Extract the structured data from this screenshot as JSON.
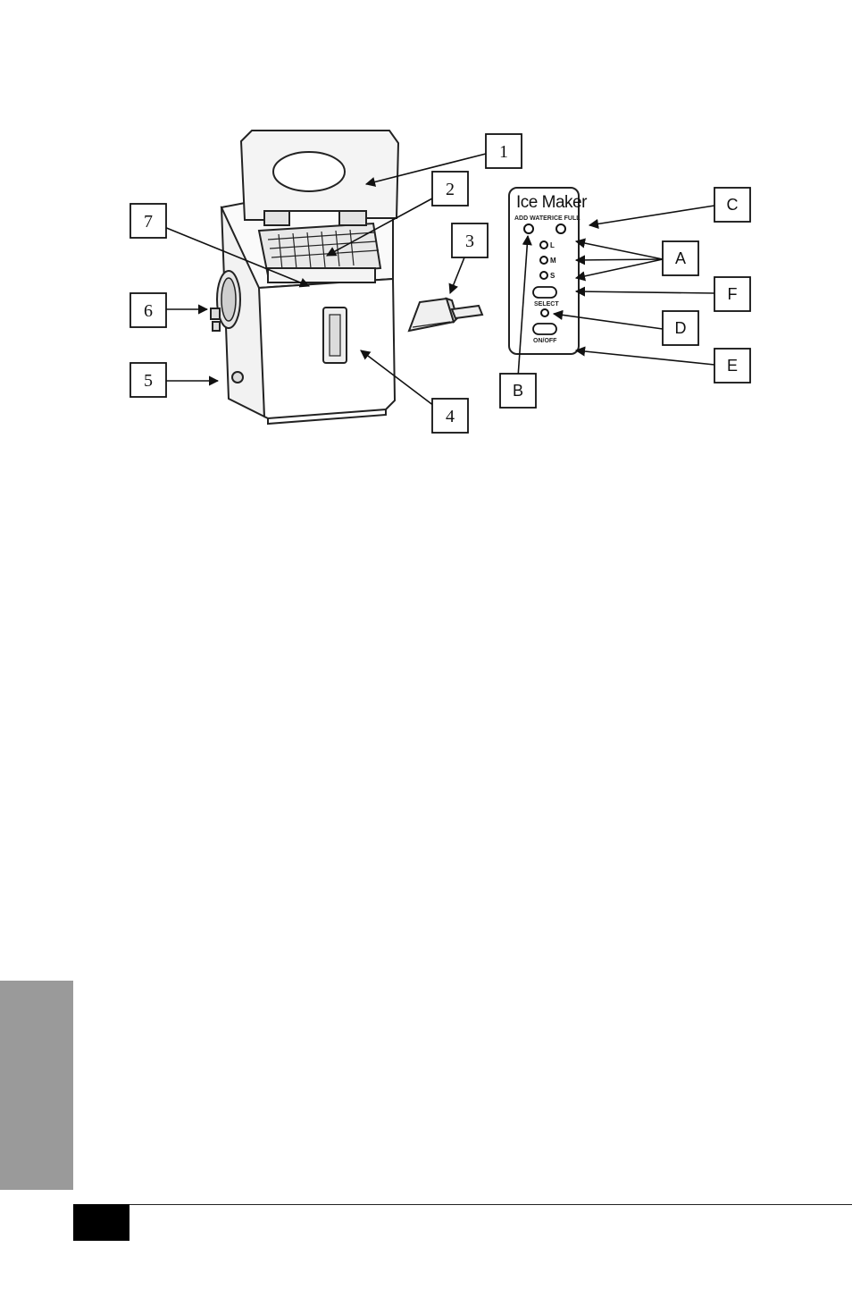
{
  "diagram": {
    "callouts_numbers": [
      {
        "id": "1",
        "label": "1"
      },
      {
        "id": "2",
        "label": "2"
      },
      {
        "id": "3",
        "label": "3"
      },
      {
        "id": "4",
        "label": "4"
      },
      {
        "id": "5",
        "label": "5"
      },
      {
        "id": "6",
        "label": "6"
      },
      {
        "id": "7",
        "label": "7"
      }
    ],
    "callouts_letters": [
      {
        "id": "A",
        "label": "A"
      },
      {
        "id": "B",
        "label": "B"
      },
      {
        "id": "C",
        "label": "C"
      },
      {
        "id": "D",
        "label": "D"
      },
      {
        "id": "E",
        "label": "E"
      },
      {
        "id": "F",
        "label": "F"
      }
    ],
    "control_panel": {
      "title": "Ice Maker",
      "indicator_left": "ADD WATER",
      "indicator_right": "ICE FULL",
      "size_l": "L",
      "size_m": "M",
      "size_s": "S",
      "select_label": "SELECT",
      "onoff_label": "ON/OFF"
    }
  },
  "colors": {
    "side_tab": "#9a9a9a",
    "page_box": "#000000"
  }
}
